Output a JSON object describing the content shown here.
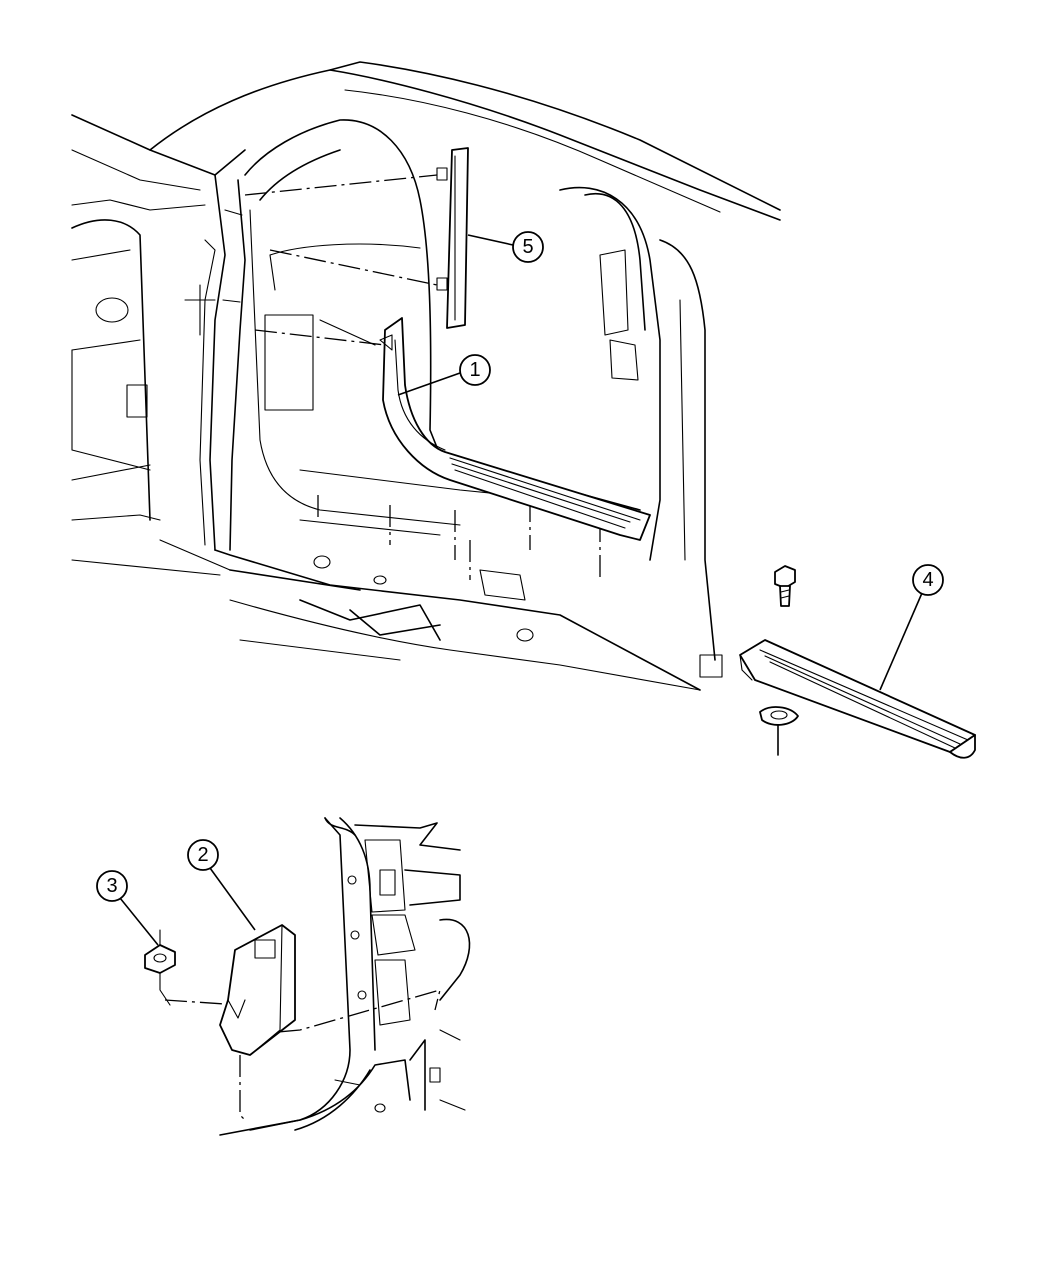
{
  "callouts": [
    {
      "id": "c1",
      "label": "1"
    },
    {
      "id": "c2",
      "label": "2"
    },
    {
      "id": "c3",
      "label": "3"
    },
    {
      "id": "c4",
      "label": "4"
    },
    {
      "id": "c5",
      "label": "5"
    }
  ]
}
